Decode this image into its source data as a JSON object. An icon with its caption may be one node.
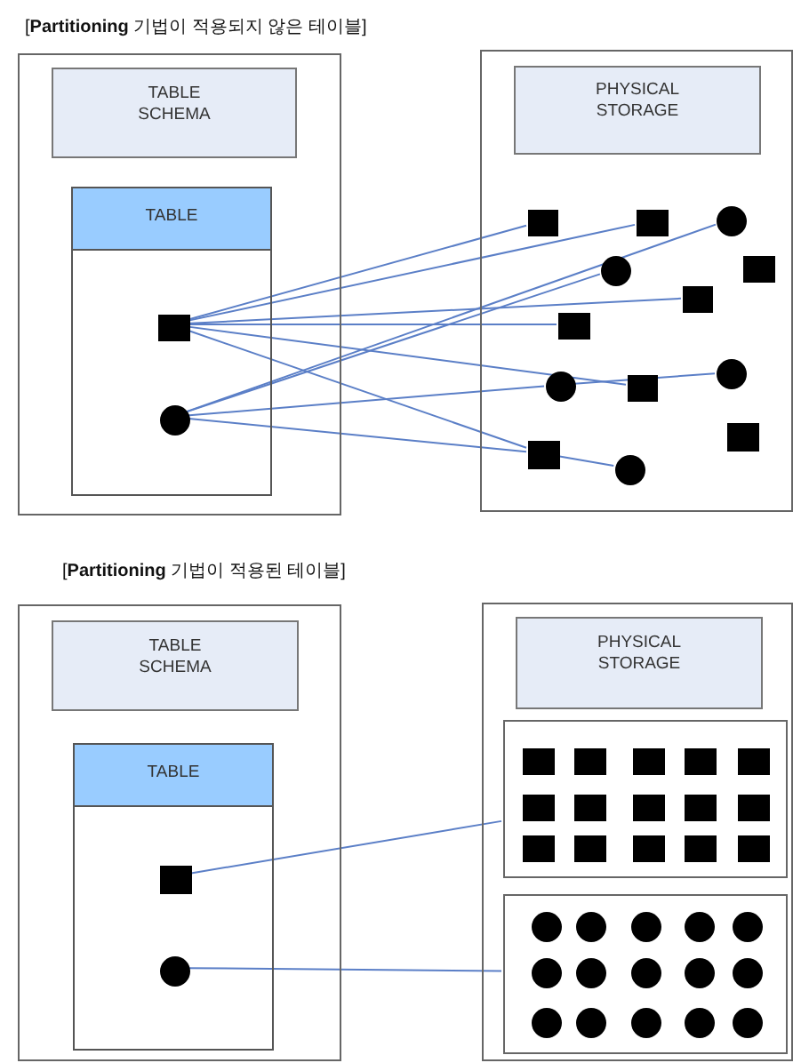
{
  "diagram": {
    "nodes": [
      {
        "text": [],
        "shape": "box"
      },
      {
        "text": [
          "TABLE SCHEMA"
        ],
        "in": 0
      },
      {
        "text": [
          "TABLE"
        ],
        "in": 0
      },
      {
        "text": [],
        "shape": "box",
        "in": 2
      },
      {
        "text": [],
        "shape": "circle",
        "in": 2
      },
      {
        "text": [],
        "shape": "box"
      },
      {
        "text": [
          "PHYSICAL STORAGE"
        ],
        "in": 5
      },
      {
        "text": [],
        "shape": "box",
        "in": 5
      },
      {
        "text": [],
        "shape": "box",
        "in": 5
      },
      {
        "text": [],
        "shape": "circle",
        "in": 5
      },
      {
        "text": [],
        "shape": "circle",
        "in": 5
      },
      {
        "text": [],
        "shape": "box",
        "in": 5
      },
      {
        "text": [],
        "shape": "box",
        "in": 5
      },
      {
        "text": [],
        "shape": "box",
        "in": 5
      },
      {
        "text": [],
        "shape": "circle",
        "in": 5
      },
      {
        "text": [],
        "shape": "box",
        "in": 5
      },
      {
        "text": [],
        "shape": "circle",
        "in": 5
      },
      {
        "text": [],
        "shape": "box",
        "in": 5
      },
      {
        "text": [],
        "shape": "box",
        "in": 5
      },
      {
        "text": [],
        "shape": "circle",
        "in": 5
      },
      {
        "text": [],
        "shape": "box"
      },
      {
        "text": [
          "TABLE SCHEMA"
        ],
        "in": 20
      },
      {
        "text": [
          "TABLE"
        ],
        "in": 20
      },
      {
        "text": [],
        "shape": "box",
        "in": 22
      },
      {
        "text": [],
        "shape": "circle",
        "in": 22
      },
      {
        "text": [],
        "shape": "box"
      },
      {
        "text": [
          "PHYSICAL STORAGE"
        ],
        "in": 25
      },
      {
        "text": [],
        "shape": "box",
        "in": 25
      },
      {
        "text": [],
        "shape": "box",
        "in": 27
      },
      {
        "text": [],
        "shape": "box",
        "in": 27
      },
      {
        "text": [],
        "shape": "box",
        "in": 27
      },
      {
        "text": [],
        "shape": "box",
        "in": 27
      },
      {
        "text": [],
        "shape": "box",
        "in": 27
      },
      {
        "text": [],
        "shape": "box",
        "in": 27
      },
      {
        "text": [],
        "shape": "box",
        "in": 27
      },
      {
        "text": [],
        "shape": "box",
        "in": 27
      },
      {
        "text": [],
        "shape": "box",
        "in": 27
      },
      {
        "text": [],
        "shape": "box",
        "in": 27
      },
      {
        "text": [],
        "shape": "box",
        "in": 27
      },
      {
        "text": [],
        "shape": "box",
        "in": 27
      },
      {
        "text": [],
        "shape": "box",
        "in": 27
      },
      {
        "text": [],
        "shape": "box",
        "in": 27
      },
      {
        "text": [],
        "shape": "box",
        "in": 27
      },
      {
        "text": [],
        "shape": "box",
        "in": 25
      },
      {
        "text": [],
        "shape": "circle",
        "in": 43
      },
      {
        "text": [],
        "shape": "circle",
        "in": 43
      },
      {
        "text": [],
        "shape": "circle",
        "in": 43
      },
      {
        "text": [],
        "shape": "circle",
        "in": 43
      },
      {
        "text": [],
        "shape": "circle",
        "in": 43
      },
      {
        "text": [],
        "shape": "circle",
        "in": 43
      },
      {
        "text": [],
        "shape": "circle",
        "in": 43
      },
      {
        "text": [],
        "shape": "circle",
        "in": 43
      },
      {
        "text": [],
        "shape": "circle",
        "in": 43
      },
      {
        "text": [],
        "shape": "circle",
        "in": 43
      },
      {
        "text": [],
        "shape": "circle",
        "in": 43
      },
      {
        "text": [],
        "shape": "circle",
        "in": 43
      },
      {
        "text": [],
        "shape": "circle",
        "in": 43
      },
      {
        "text": [],
        "shape": "circle",
        "in": 43
      },
      {
        "text": [],
        "shape": "circle",
        "in": 43
      }
    ],
    "edges": [
      {
        "from": 3,
        "to": 7,
        "arrow": "none"
      },
      {
        "from": 3,
        "to": 8,
        "arrow": "none"
      },
      {
        "from": 3,
        "to": 12,
        "arrow": "none"
      },
      {
        "from": 3,
        "to": 13,
        "arrow": "none"
      },
      {
        "from": 3,
        "to": 15,
        "arrow": "none"
      },
      {
        "from": 3,
        "to": 18,
        "arrow": "none"
      },
      {
        "from": 4,
        "to": 9,
        "arrow": "none"
      },
      {
        "from": 4,
        "to": 10,
        "arrow": "none"
      },
      {
        "from": 4,
        "to": 14,
        "arrow": "none"
      },
      {
        "from": 14,
        "to": 16,
        "arrow": "none"
      },
      {
        "from": 4,
        "to": 18,
        "arrow": "none"
      },
      {
        "from": 18,
        "to": 19,
        "arrow": "none"
      },
      {
        "from": 23,
        "to": 27,
        "arrow": "none"
      },
      {
        "from": 24,
        "to": 43,
        "arrow": "none"
      }
    ],
    "labels": [
      "[**Partitioning** 기법이 적용되지 않은 테이블]",
      "[**Partitioning** 기법이 적용된 테이블]"
    ]
  }
}
